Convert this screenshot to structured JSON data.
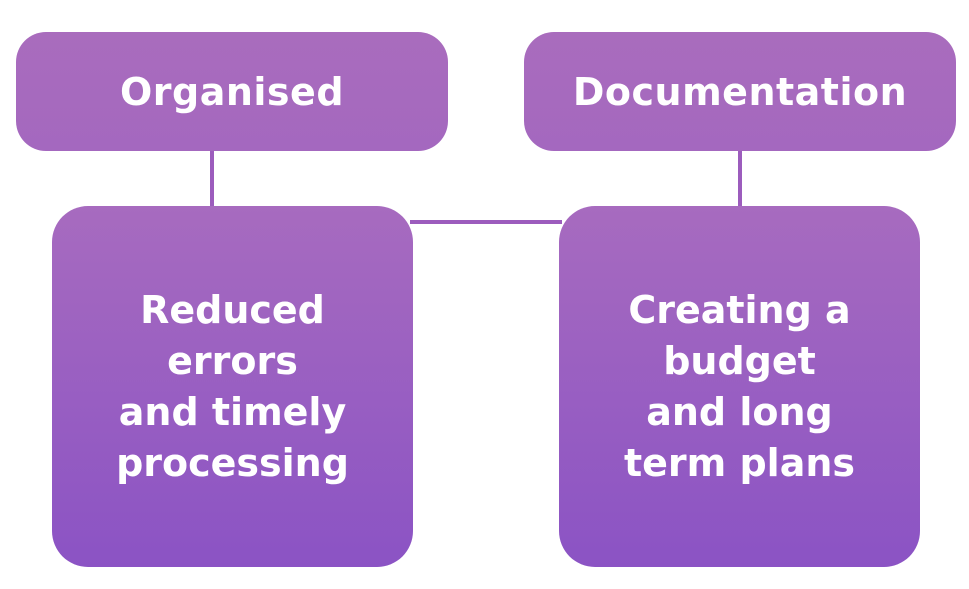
{
  "diagram": {
    "nodes": {
      "organised": {
        "label": "Organised"
      },
      "documentation": {
        "label": "Documentation"
      },
      "reduced_errors": {
        "label": "Reduced\nerrors\nand timely\nprocessing"
      },
      "creating_budget": {
        "label": "Creating a\nbudget\nand long\nterm plans"
      }
    },
    "edges": [
      {
        "from": "Organised",
        "to": "Reduced errors and timely processing"
      },
      {
        "from": "Documentation",
        "to": "Creating a budget and long term plans"
      },
      {
        "from": "Reduced errors and timely processing",
        "to": "Creating a budget and long term plans"
      }
    ],
    "colors": {
      "node_fill_top": "#a76bbf",
      "node_fill_bottom": "#8b53c4",
      "connector": "#9c5cbd",
      "text": "#ffffff"
    }
  }
}
